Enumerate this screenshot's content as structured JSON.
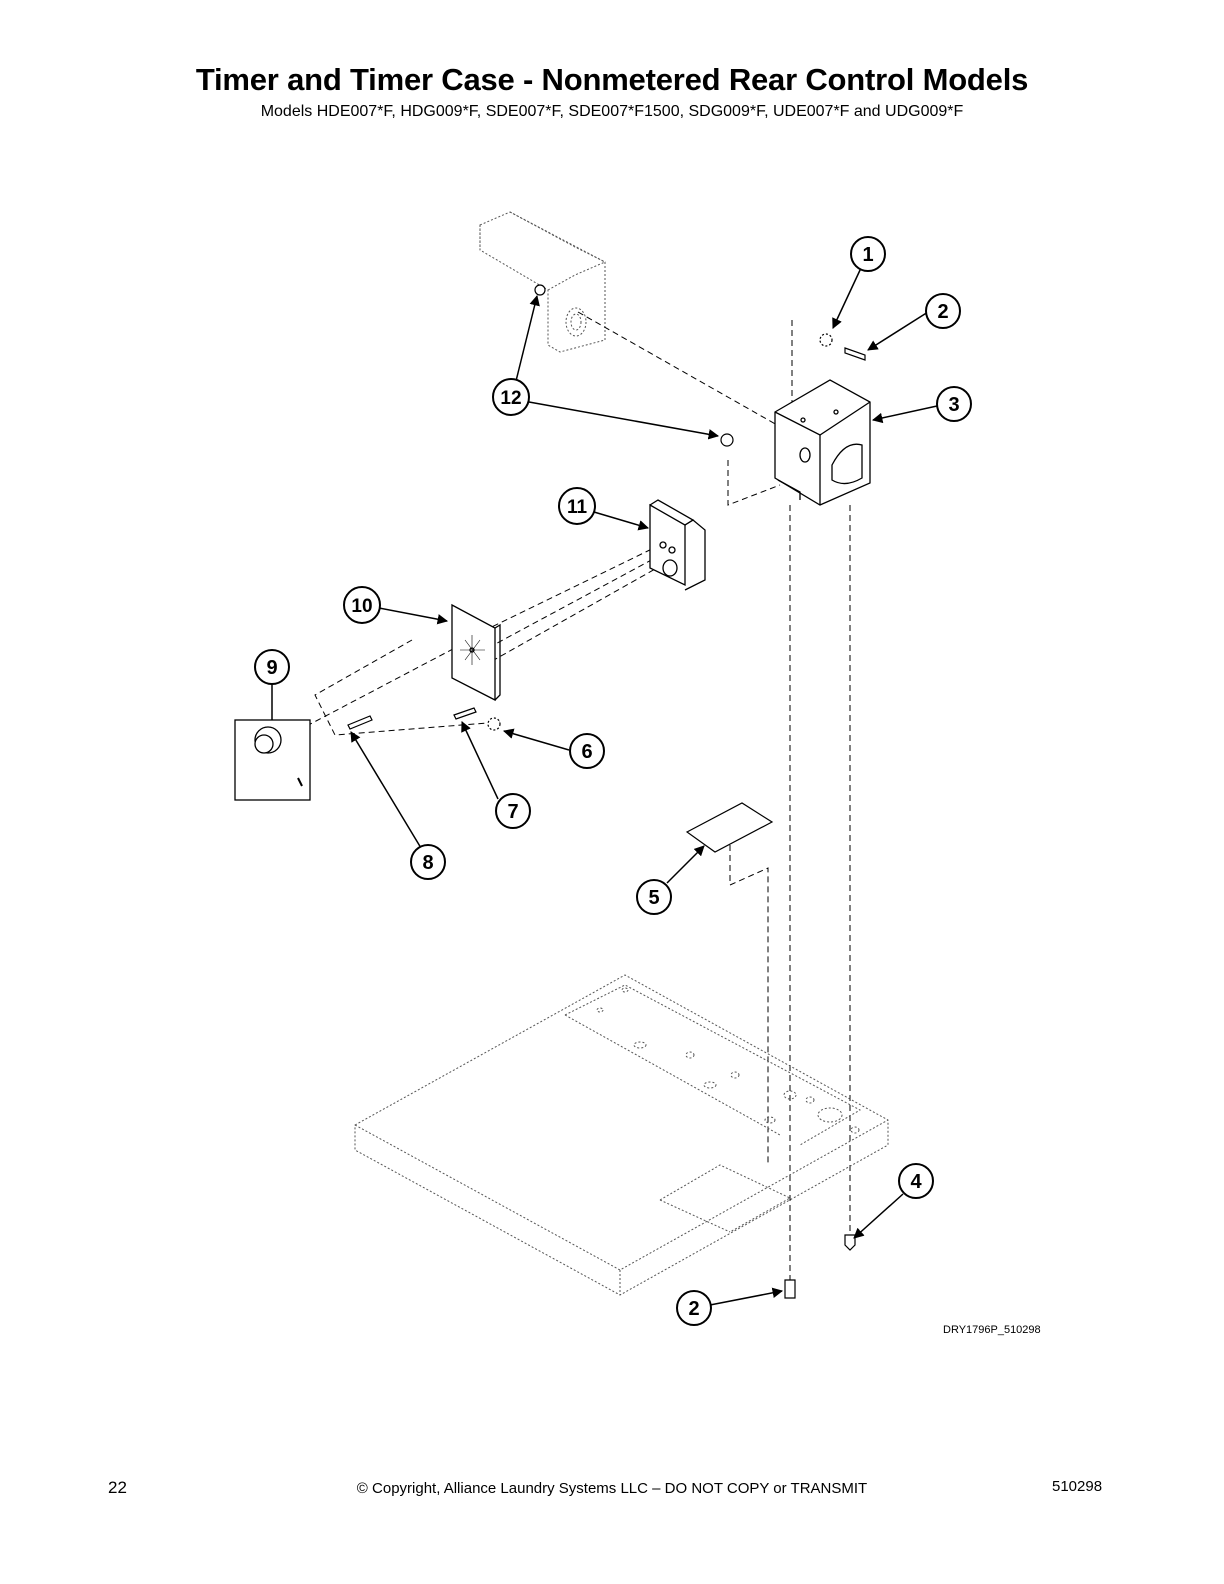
{
  "header": {
    "title": "Timer and Timer Case - Nonmetered Rear Control Models",
    "subtitle": "Models HDE007*F, HDG009*F, SDE007*F, SDE007*F1500, SDG009*F, UDE007*F and UDG009*F"
  },
  "callouts": {
    "c1": "1",
    "c2a": "2",
    "c2b": "2",
    "c3": "3",
    "c4": "4",
    "c5": "5",
    "c6": "6",
    "c7": "7",
    "c8": "8",
    "c9": "9",
    "c10": "10",
    "c11": "11",
    "c12": "12"
  },
  "figure_code": "DRY1796P_510298",
  "footer": {
    "page_number": "22",
    "copyright": "© Copyright, Alliance Laundry Systems LLC – DO NOT COPY or TRANSMIT",
    "doc_number": "510298"
  }
}
